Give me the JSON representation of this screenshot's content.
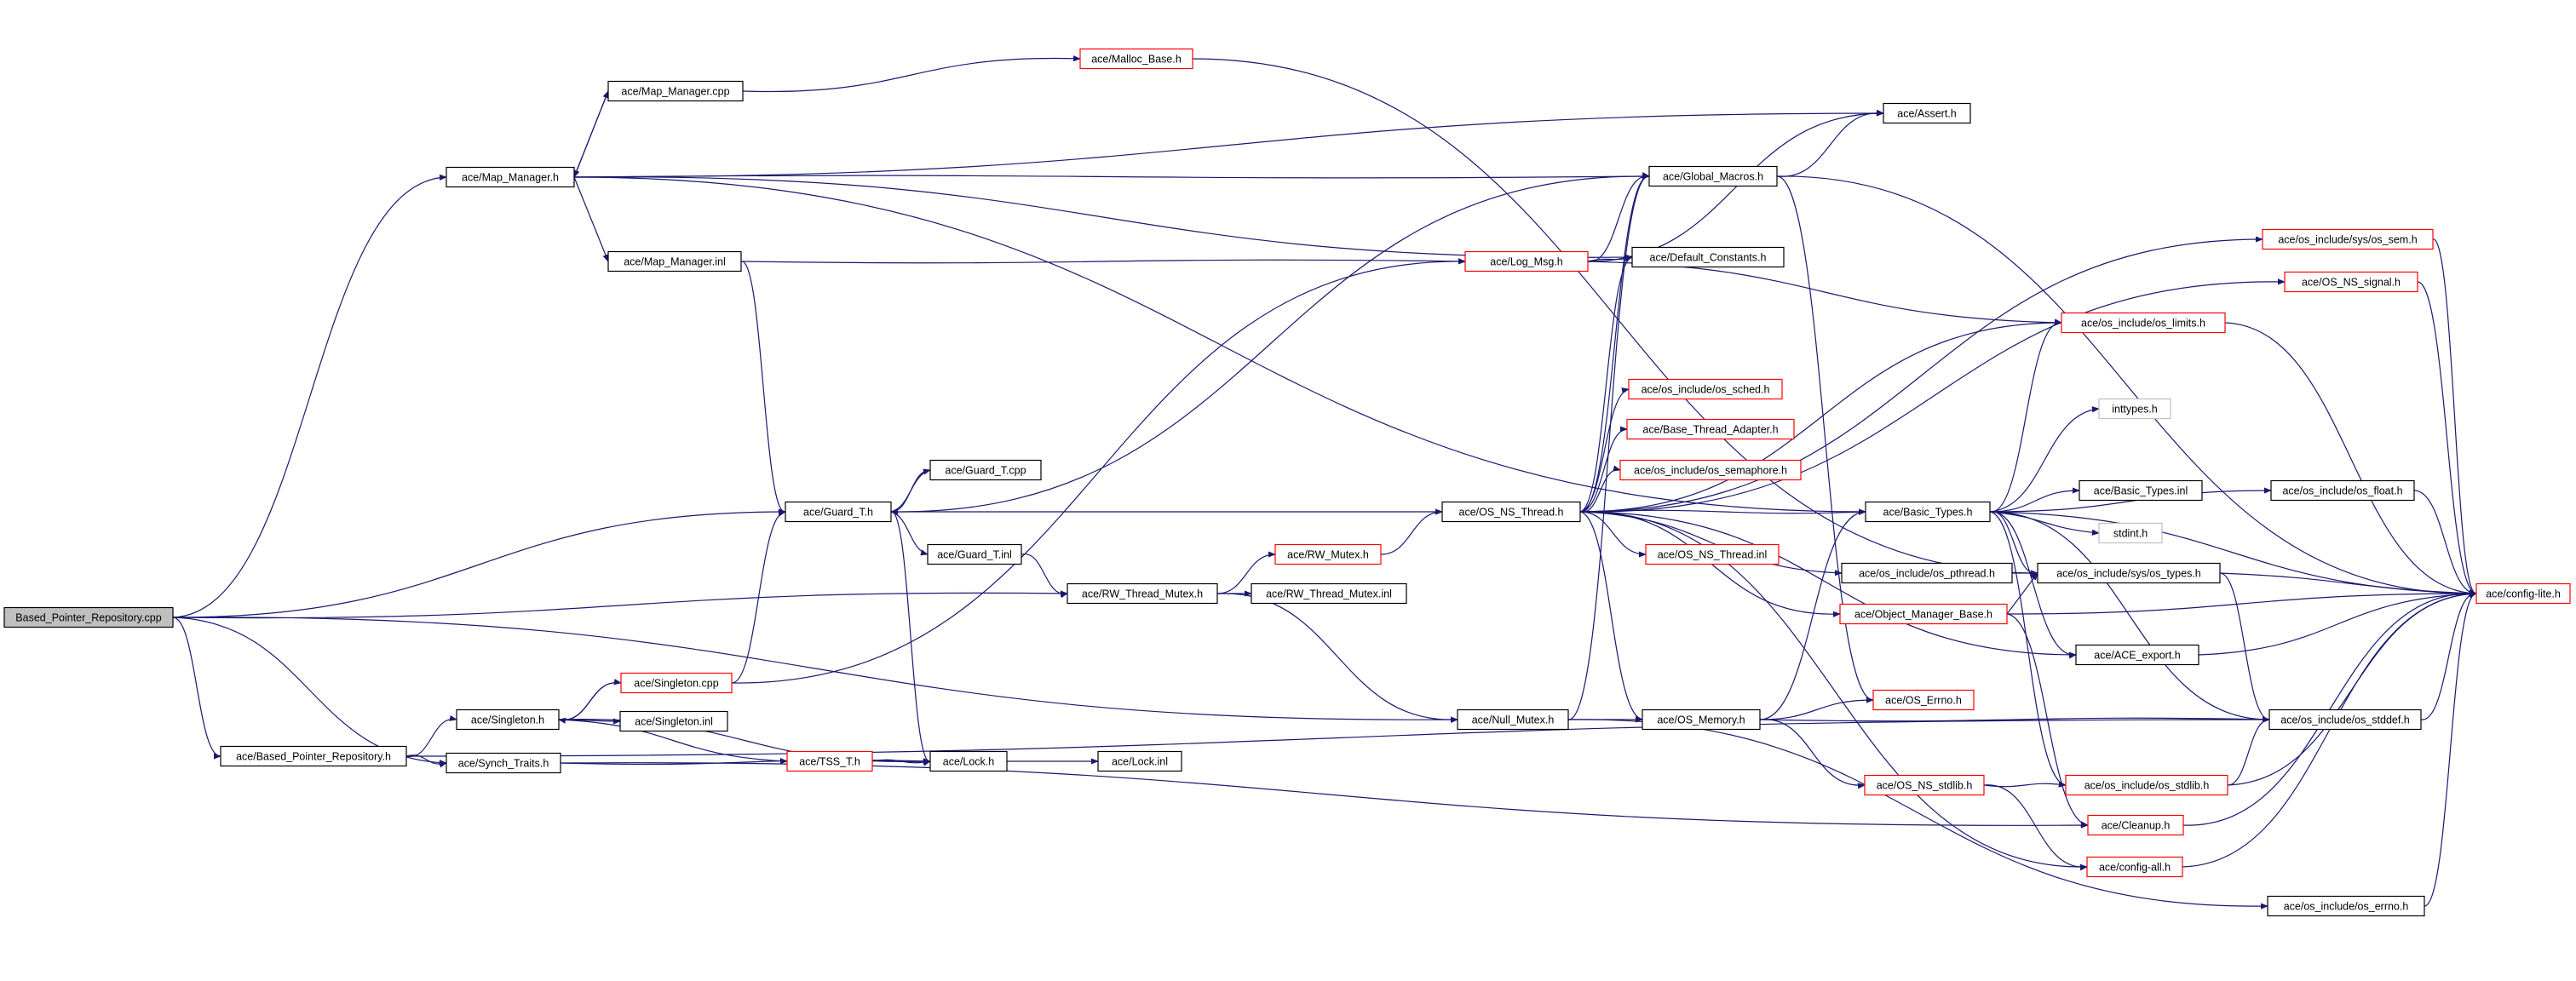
{
  "diagram": {
    "type": "include-dependency-graph",
    "root": "Based_Pointer_Repository.cpp",
    "colors": {
      "edge": "#191970",
      "documented_border": "#000000",
      "undocumented_border": "#ff0000",
      "system_border": "#bfbfbf",
      "root_fill": "#bfbfbf"
    },
    "nodes": [
      {
        "id": "root",
        "label": "Based_Pointer_Repository.cpp",
        "kind": "root"
      },
      {
        "id": "mapmgr_cpp",
        "label": "ace/Map_Manager.cpp",
        "kind": "doc"
      },
      {
        "id": "malloc_base",
        "label": "ace/Malloc_Base.h",
        "kind": "ext"
      },
      {
        "id": "mapmgr_h",
        "label": "ace/Map_Manager.h",
        "kind": "doc"
      },
      {
        "id": "mapmgr_inl",
        "label": "ace/Map_Manager.inl",
        "kind": "doc"
      },
      {
        "id": "assert",
        "label": "ace/Assert.h",
        "kind": "doc"
      },
      {
        "id": "global_macros",
        "label": "ace/Global_Macros.h",
        "kind": "doc"
      },
      {
        "id": "log_msg",
        "label": "ace/Log_Msg.h",
        "kind": "ext"
      },
      {
        "id": "default_constants",
        "label": "ace/Default_Constants.h",
        "kind": "doc"
      },
      {
        "id": "os_sem",
        "label": "ace/os_include/sys/os_sem.h",
        "kind": "ext"
      },
      {
        "id": "os_ns_signal",
        "label": "ace/OS_NS_signal.h",
        "kind": "ext"
      },
      {
        "id": "os_limits",
        "label": "ace/os_include/os_limits.h",
        "kind": "ext"
      },
      {
        "id": "os_sched",
        "label": "ace/os_include/os_sched.h",
        "kind": "ext"
      },
      {
        "id": "inttypes",
        "label": "inttypes.h",
        "kind": "sys"
      },
      {
        "id": "base_thread_adapter",
        "label": "ace/Base_Thread_Adapter.h",
        "kind": "ext"
      },
      {
        "id": "os_semaphore",
        "label": "ace/os_include/os_semaphore.h",
        "kind": "ext"
      },
      {
        "id": "guard_t_cpp",
        "label": "ace/Guard_T.cpp",
        "kind": "doc"
      },
      {
        "id": "basic_types_inl",
        "label": "ace/Basic_Types.inl",
        "kind": "doc"
      },
      {
        "id": "os_float",
        "label": "ace/os_include/os_float.h",
        "kind": "doc"
      },
      {
        "id": "guard_t_h",
        "label": "ace/Guard_T.h",
        "kind": "doc"
      },
      {
        "id": "os_ns_thread_h",
        "label": "ace/OS_NS_Thread.h",
        "kind": "doc"
      },
      {
        "id": "basic_types_h",
        "label": "ace/Basic_Types.h",
        "kind": "doc"
      },
      {
        "id": "stdint",
        "label": "stdint.h",
        "kind": "sys"
      },
      {
        "id": "guard_t_inl",
        "label": "ace/Guard_T.inl",
        "kind": "doc"
      },
      {
        "id": "rw_mutex",
        "label": "ace/RW_Mutex.h",
        "kind": "ext"
      },
      {
        "id": "os_ns_thread_inl",
        "label": "ace/OS_NS_Thread.inl",
        "kind": "ext"
      },
      {
        "id": "os_pthread",
        "label": "ace/os_include/os_pthread.h",
        "kind": "doc"
      },
      {
        "id": "os_types",
        "label": "ace/os_include/sys/os_types.h",
        "kind": "doc"
      },
      {
        "id": "rw_thread_mutex_h",
        "label": "ace/RW_Thread_Mutex.h",
        "kind": "doc"
      },
      {
        "id": "rw_thread_mutex_inl",
        "label": "ace/RW_Thread_Mutex.inl",
        "kind": "doc"
      },
      {
        "id": "config_lite",
        "label": "ace/config-lite.h",
        "kind": "ext"
      },
      {
        "id": "object_manager_base",
        "label": "ace/Object_Manager_Base.h",
        "kind": "ext"
      },
      {
        "id": "ace_export",
        "label": "ace/ACE_export.h",
        "kind": "doc"
      },
      {
        "id": "singleton_cpp",
        "label": "ace/Singleton.cpp",
        "kind": "ext"
      },
      {
        "id": "singleton_h",
        "label": "ace/Singleton.h",
        "kind": "doc"
      },
      {
        "id": "singleton_inl",
        "label": "ace/Singleton.inl",
        "kind": "doc"
      },
      {
        "id": "os_errno_ace",
        "label": "ace/OS_Errno.h",
        "kind": "ext"
      },
      {
        "id": "null_mutex",
        "label": "ace/Null_Mutex.h",
        "kind": "doc"
      },
      {
        "id": "os_memory",
        "label": "ace/OS_Memory.h",
        "kind": "doc"
      },
      {
        "id": "os_stddef",
        "label": "ace/os_include/os_stddef.h",
        "kind": "doc"
      },
      {
        "id": "based_ptr_repo_h",
        "label": "ace/Based_Pointer_Repository.h",
        "kind": "doc"
      },
      {
        "id": "tss_t",
        "label": "ace/TSS_T.h",
        "kind": "ext"
      },
      {
        "id": "lock_h",
        "label": "ace/Lock.h",
        "kind": "doc"
      },
      {
        "id": "lock_inl",
        "label": "ace/Lock.inl",
        "kind": "doc"
      },
      {
        "id": "synch_traits",
        "label": "ace/Synch_Traits.h",
        "kind": "doc"
      },
      {
        "id": "os_ns_stdlib",
        "label": "ace/OS_NS_stdlib.h",
        "kind": "ext"
      },
      {
        "id": "os_stdlib",
        "label": "ace/os_include/os_stdlib.h",
        "kind": "ext"
      },
      {
        "id": "cleanup",
        "label": "ace/Cleanup.h",
        "kind": "ext"
      },
      {
        "id": "config_all",
        "label": "ace/config-all.h",
        "kind": "ext"
      },
      {
        "id": "os_errno_inc",
        "label": "ace/os_include/os_errno.h",
        "kind": "doc"
      }
    ],
    "edges": [
      [
        "root",
        "mapmgr_h"
      ],
      [
        "root",
        "guard_t_h"
      ],
      [
        "root",
        "rw_thread_mutex_h"
      ],
      [
        "root",
        "null_mutex"
      ],
      [
        "root",
        "based_ptr_repo_h"
      ],
      [
        "root",
        "synch_traits"
      ],
      [
        "mapmgr_h",
        "mapmgr_cpp"
      ],
      [
        "mapmgr_cpp",
        "mapmgr_h"
      ],
      [
        "mapmgr_cpp",
        "malloc_base"
      ],
      [
        "mapmgr_h",
        "global_macros"
      ],
      [
        "mapmgr_h",
        "assert"
      ],
      [
        "mapmgr_h",
        "mapmgr_inl"
      ],
      [
        "mapmgr_h",
        "default_constants"
      ],
      [
        "mapmgr_h",
        "basic_types_h"
      ],
      [
        "mapmgr_inl",
        "log_msg"
      ],
      [
        "mapmgr_inl",
        "guard_t_h"
      ],
      [
        "malloc_base",
        "os_types"
      ],
      [
        "global_macros",
        "assert"
      ],
      [
        "global_macros",
        "config_lite"
      ],
      [
        "global_macros",
        "os_errno_ace"
      ],
      [
        "log_msg",
        "global_macros"
      ],
      [
        "log_msg",
        "default_constants"
      ],
      [
        "log_msg",
        "assert"
      ],
      [
        "log_msg",
        "os_limits"
      ],
      [
        "guard_t_h",
        "guard_t_cpp"
      ],
      [
        "guard_t_cpp",
        "guard_t_h"
      ],
      [
        "guard_t_h",
        "guard_t_inl"
      ],
      [
        "guard_t_h",
        "lock_h"
      ],
      [
        "guard_t_h",
        "os_ns_thread_h"
      ],
      [
        "guard_t_h",
        "global_macros"
      ],
      [
        "guard_t_inl",
        "rw_thread_mutex_h"
      ],
      [
        "rw_thread_mutex_h",
        "rw_mutex"
      ],
      [
        "rw_thread_mutex_h",
        "rw_thread_mutex_inl"
      ],
      [
        "rw_thread_mutex_h",
        "null_mutex"
      ],
      [
        "rw_mutex",
        "os_ns_thread_h"
      ],
      [
        "os_ns_thread_h",
        "global_macros"
      ],
      [
        "os_ns_thread_h",
        "default_constants"
      ],
      [
        "os_ns_thread_h",
        "os_sem"
      ],
      [
        "os_ns_thread_h",
        "os_ns_signal"
      ],
      [
        "os_ns_thread_h",
        "os_sched"
      ],
      [
        "os_ns_thread_h",
        "base_thread_adapter"
      ],
      [
        "os_ns_thread_h",
        "os_semaphore"
      ],
      [
        "os_ns_thread_h",
        "basic_types_h"
      ],
      [
        "os_ns_thread_h",
        "os_ns_thread_inl"
      ],
      [
        "os_ns_thread_h",
        "os_pthread"
      ],
      [
        "os_ns_thread_h",
        "object_manager_base"
      ],
      [
        "os_ns_thread_h",
        "ace_export"
      ],
      [
        "os_ns_thread_h",
        "os_memory"
      ],
      [
        "os_ns_thread_h",
        "config_all"
      ],
      [
        "os_ns_thread_h",
        "os_limits"
      ],
      [
        "basic_types_h",
        "os_limits"
      ],
      [
        "basic_types_h",
        "inttypes"
      ],
      [
        "basic_types_h",
        "basic_types_inl"
      ],
      [
        "basic_types_h",
        "stdint"
      ],
      [
        "basic_types_h",
        "os_types"
      ],
      [
        "basic_types_h",
        "os_float"
      ],
      [
        "basic_types_h",
        "config_lite"
      ],
      [
        "basic_types_h",
        "ace_export"
      ],
      [
        "basic_types_h",
        "os_stddef"
      ],
      [
        "basic_types_h",
        "os_stdlib"
      ],
      [
        "os_pthread",
        "os_types"
      ],
      [
        "os_types",
        "os_stddef"
      ],
      [
        "os_types",
        "config_lite"
      ],
      [
        "object_manager_base",
        "os_types"
      ],
      [
        "object_manager_base",
        "config_lite"
      ],
      [
        "object_manager_base",
        "cleanup"
      ],
      [
        "ace_export",
        "config_lite"
      ],
      [
        "os_float",
        "config_lite"
      ],
      [
        "os_limits",
        "config_lite"
      ],
      [
        "os_sem",
        "config_lite"
      ],
      [
        "os_ns_signal",
        "config_lite"
      ],
      [
        "os_stddef",
        "config_lite"
      ],
      [
        "os_stdlib",
        "config_lite"
      ],
      [
        "os_stdlib",
        "os_stddef"
      ],
      [
        "cleanup",
        "config_lite"
      ],
      [
        "config_all",
        "config_lite"
      ],
      [
        "os_errno_inc",
        "config_lite"
      ],
      [
        "singleton_h",
        "singleton_cpp"
      ],
      [
        "singleton_cpp",
        "singleton_h"
      ],
      [
        "singleton_h",
        "singleton_inl"
      ],
      [
        "singleton_h",
        "tss_t"
      ],
      [
        "singleton_h",
        "lock_h"
      ],
      [
        "singleton_cpp",
        "guard_t_h"
      ],
      [
        "singleton_cpp",
        "log_msg"
      ],
      [
        "tss_t",
        "lock_h"
      ],
      [
        "lock_h",
        "lock_inl"
      ],
      [
        "based_ptr_repo_h",
        "singleton_h"
      ],
      [
        "based_ptr_repo_h",
        "synch_traits"
      ],
      [
        "based_ptr_repo_h",
        "os_stddef"
      ],
      [
        "synch_traits",
        "lock_h"
      ],
      [
        "synch_traits",
        "cleanup"
      ],
      [
        "null_mutex",
        "os_memory"
      ],
      [
        "null_mutex",
        "global_macros"
      ],
      [
        "null_mutex",
        "os_errno_inc"
      ],
      [
        "os_memory",
        "os_errno_ace"
      ],
      [
        "os_memory",
        "os_stddef"
      ],
      [
        "os_memory",
        "os_ns_stdlib"
      ],
      [
        "os_memory",
        "basic_types_h"
      ],
      [
        "os_ns_stdlib",
        "os_stdlib"
      ],
      [
        "os_ns_stdlib",
        "config_all"
      ]
    ]
  }
}
